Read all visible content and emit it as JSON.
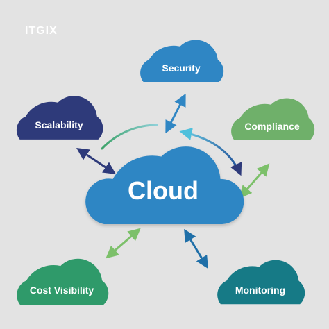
{
  "brand": {
    "logo_text": "ITGIX"
  },
  "center": {
    "label": "Cloud",
    "color": "#2f86c4"
  },
  "nodes": [
    {
      "id": "security",
      "label": "Security",
      "color": "#2f86c4"
    },
    {
      "id": "scalability",
      "label": "Scalability",
      "color": "#2e3a7a"
    },
    {
      "id": "compliance",
      "label": "Compliance",
      "color": "#6fb06a"
    },
    {
      "id": "cost-visibility",
      "label": "Cost Visibility",
      "color": "#2f9a6a"
    },
    {
      "id": "monitoring",
      "label": "Monitoring",
      "color": "#167a86"
    }
  ]
}
